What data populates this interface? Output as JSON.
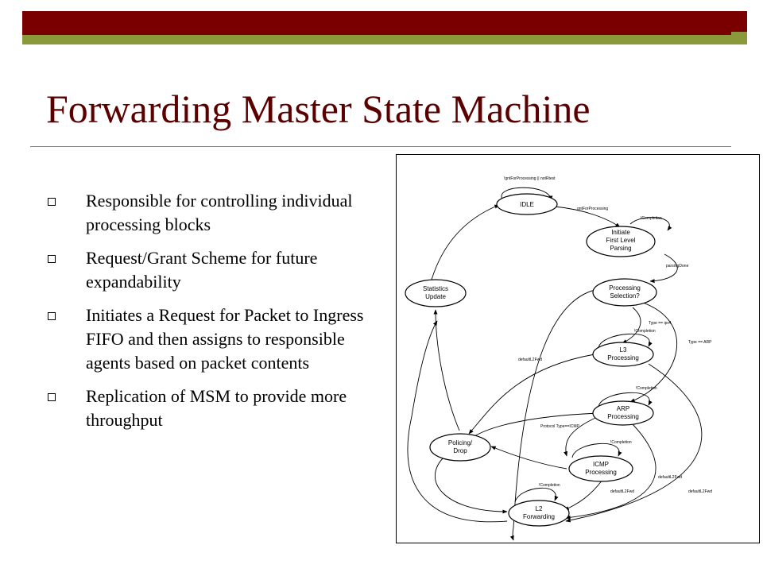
{
  "slide": {
    "title": "Forwarding Master State Machine",
    "bullets": [
      "Responsible for controlling individual processing blocks",
      "Request/Grant Scheme for future expandability",
      "Initiates a Request for Packet to Ingress FIFO and then assigns to responsible agents based on packet contents",
      "Replication of MSM to provide more throughput"
    ]
  },
  "diagram": {
    "states": {
      "idle": [
        "IDLE"
      ],
      "initiate": [
        "Initiate",
        "First Level",
        "Parsing"
      ],
      "processing_selection": [
        "Processing",
        "Selection?"
      ],
      "statistics": [
        "Statistics",
        "Update"
      ],
      "l3": [
        "L3",
        "Processing"
      ],
      "arp": [
        "ARP",
        "Processing"
      ],
      "policing": [
        "Policing/",
        "Drop"
      ],
      "icmp": [
        "ICMP",
        "Processing"
      ],
      "l2": [
        "L2",
        "Forwarding"
      ]
    },
    "labels": {
      "idle_self": "!gntForProcessing || notRtest",
      "gnt": "gntForProcessing",
      "completion_initiate": "!Completion",
      "parsing_done": "parsingDone",
      "type_ipv4": "Type == ipv4",
      "type_arp": "Type == ARP",
      "completion_l3": "!Completion",
      "default_l2fwd_sel": "defaultL2Fwd",
      "completion_arp": "!Completion",
      "protocol_icmp": "Protocol Type==ICMP",
      "completion_icmp": "!Completion",
      "completion_l2": "!Completion",
      "default_l2fwd_icmp": "defaultL2Fwd",
      "default_l2fwd_arp": "defaultL2Fwd",
      "default_l2fwd_l3": "defaultL2Fwd"
    }
  }
}
